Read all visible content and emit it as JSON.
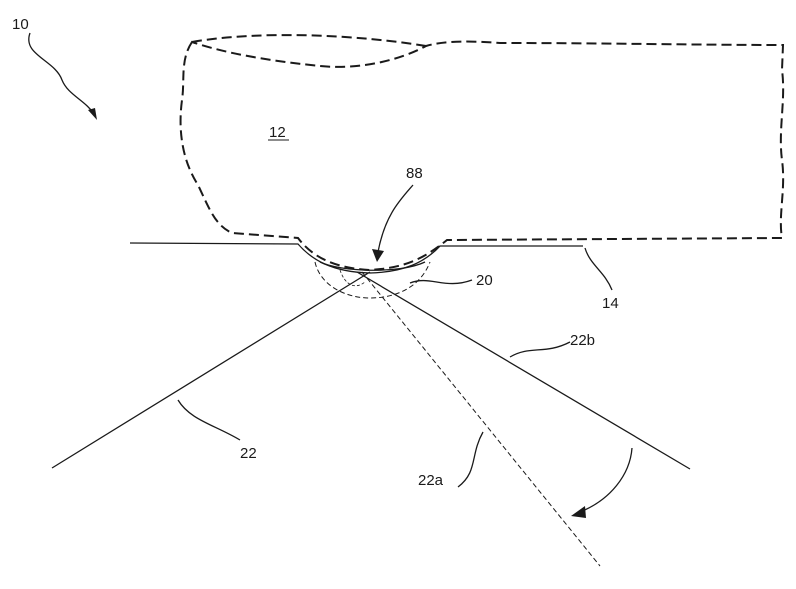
{
  "labels": {
    "ref_10": "10",
    "ref_12": "12",
    "ref_88": "88",
    "ref_20": "20",
    "ref_14": "14",
    "ref_22": "22",
    "ref_22a": "22a",
    "ref_22b": "22b"
  }
}
